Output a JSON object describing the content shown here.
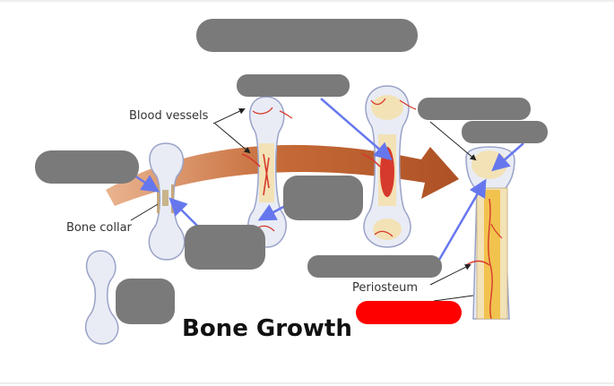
{
  "diagram": {
    "title": "Bone Growth",
    "labels": {
      "blood_vessels": "Blood vessels",
      "bone_collar": "Bone collar",
      "periosteum": "Periosteum"
    },
    "colors": {
      "background": "#ffffff",
      "mask_gray": "#7a7a7a",
      "answer_red": "#ff0000",
      "pointer_blue": "#6677ee",
      "growth_arrow": "#b5531f",
      "bone_fill": "#e9ecf5",
      "spongy_bone": "#f3e2b6",
      "marrow": "#f2c24e",
      "vessel_red": "#d63a2c"
    },
    "hidden_label_count": 9,
    "highlighted_label_count": 1
  }
}
